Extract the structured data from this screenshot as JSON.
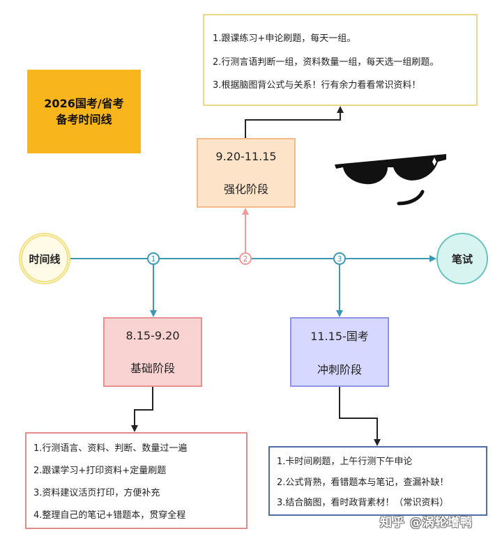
{
  "title": {
    "line1": "2026国考/省考",
    "line2": "备考时间线"
  },
  "timeline": {
    "start_label": "时间线",
    "end_label": "笔试",
    "nodes": [
      "1",
      "2",
      "3"
    ]
  },
  "stages": [
    {
      "dates": "8.15-9.20",
      "name": "基础阶段"
    },
    {
      "dates": "9.20-11.15",
      "name": "强化阶段"
    },
    {
      "dates": "11.15-国考",
      "name": "冲刺阶段"
    }
  ],
  "notes": {
    "stage1": [
      "1.行测语言、资料、判断、数量过一遍",
      "2.跟课学习+打印资料+定量刷题",
      "3.资料建议活页打印，方便补充",
      "4.整理自己的笔记+错题本，贯穿全程"
    ],
    "stage2": [
      "1.跟课练习+申论刷题，每天一组。",
      "2.行测言语判断一组，资料数量一组，每天选一组刷题。",
      "3.根据脑图背公式与关系！行有余力看看常识资料！"
    ],
    "stage3": [
      "1.卡时间刷题，上午行测下午申论",
      "2.公式背熟，看错题本与笔记，查漏补缺！",
      "3.结合脑图，看时政背素材！（常识资料）"
    ]
  },
  "watermark": "知乎 @涡轮增鸭",
  "colors": {
    "title_bg": "#f9b51c",
    "timeline_line": "#3a97b6",
    "stage1_bg": "#f9d2d2",
    "stage2_bg": "#fde3c8",
    "stage3_bg": "#d6d8ff",
    "end_circle_bg": "#d8f4f0"
  },
  "icons": [
    "sunglasses-icon",
    "smile-icon"
  ]
}
